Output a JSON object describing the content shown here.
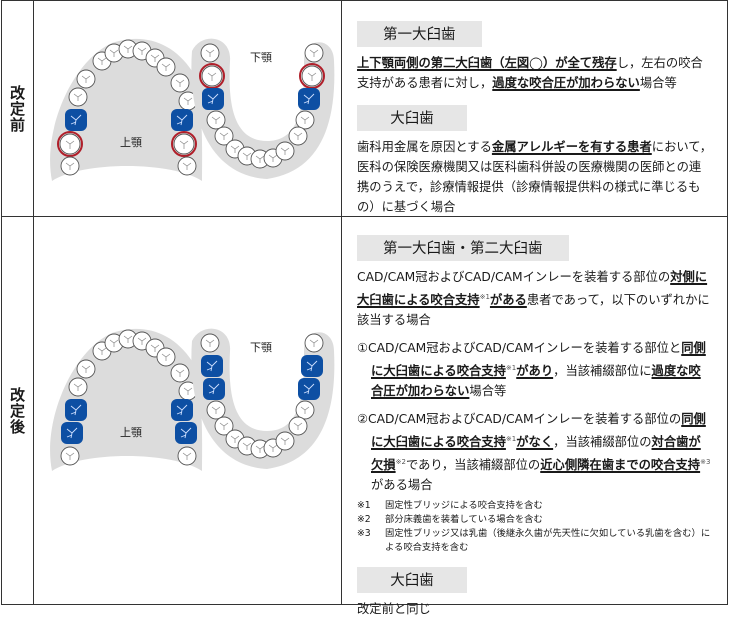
{
  "rows": [
    {
      "label": "改定前",
      "diagram": {
        "upper_label": "上顎",
        "lower_label": "下顎",
        "upper_blue_teeth": [
          "first molar left",
          "first molar right"
        ],
        "upper_circled_teeth": [
          "second molar left",
          "second molar right"
        ],
        "lower_blue_teeth": [
          "first molar left",
          "first molar right"
        ],
        "lower_circled_teeth": [
          "second molar left",
          "second molar right"
        ]
      },
      "sections": [
        {
          "heading": "第一大臼歯",
          "text": {
            "b1": "上下顎両側の第二大臼歯（左図◯）が全て残存",
            "t1": "し，左右の咬合支持がある患者に対し，",
            "b2": "過度な咬合圧が加わらない",
            "t2": "場合等"
          }
        },
        {
          "heading": "大臼歯",
          "text": {
            "t1": "歯科用金属を原因とする",
            "b1": "金属アレルギーを有する患者",
            "t2": "において，医科の保険医療機関又は医科歯科併設の医療機関の医師との連携のうえで，診療情報提供（診療情報提供料の様式に準じるもの）に基づく場合"
          }
        }
      ]
    },
    {
      "label": "改定後",
      "diagram": {
        "upper_label": "上顎",
        "lower_label": "下顎",
        "upper_blue_teeth": [
          "first molar left",
          "second molar left",
          "first molar right",
          "second molar right"
        ],
        "lower_blue_teeth": [
          "first molar left",
          "second molar left",
          "first molar right",
          "second molar right"
        ]
      },
      "sections": [
        {
          "heading": "第一大臼歯・第二大臼歯",
          "intro": {
            "t1": "CAD/CAM冠およびCAD/CAMインレーを装着する部位の",
            "b1": "対側に大臼歯による咬合支持",
            "s1": "※1",
            "b2": "がある",
            "t2": "患者であって，以下のいずれかに該当する場合"
          },
          "item1": {
            "t1": "①CAD/CAM冠およびCAD/CAMインレーを装着する部位と",
            "b1": "同側に大臼歯による咬合支持",
            "s1": "※1",
            "b2": "があり",
            "t2": "，当該補綴部位に",
            "b3": "過度な咬合圧が加わらない",
            "t3": "場合等"
          },
          "item2": {
            "t1": "②CAD/CAM冠およびCAD/CAMインレーを装着する部位の",
            "b1": "同側に大臼歯による咬合支持",
            "s1": "※1",
            "b2": "がなく",
            "t2": "，当該補綴部位の",
            "b3": "対合歯が欠損",
            "s2": "※2",
            "t3": "であり，当該補綴部位の",
            "b4": "近心側隣在歯までの咬合支持",
            "s3": "※3",
            "t4": "がある場合"
          },
          "notes": [
            {
              "key": "※1",
              "text": "固定性ブリッジによる咬合支持を含む"
            },
            {
              "key": "※2",
              "text": "部分床義歯を装着している場合を含む"
            },
            {
              "key": "※3",
              "text": "固定性ブリッジ又は乳歯（後継永久歯が先天性に欠如している乳歯を含む）による咬合支持を含む"
            }
          ]
        },
        {
          "heading": "大臼歯",
          "text": "改定前と同じ"
        }
      ]
    }
  ],
  "colors": {
    "blue_tooth": "#0d4fa3",
    "circle": "#b01f2a",
    "gum": "#dcdcdc",
    "heading_bg": "#e6e6e6",
    "border": "#333333"
  }
}
